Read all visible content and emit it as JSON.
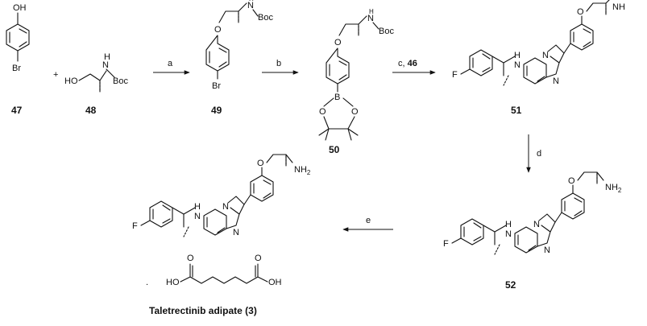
{
  "compounds": {
    "c47": "47",
    "c48": "48",
    "c49": "49",
    "c50": "50",
    "c51": "51",
    "c52": "52"
  },
  "final_product": {
    "name": "Taletrectinib adipate (",
    "number": "3",
    "close": ")"
  },
  "reagents": {
    "a": "a",
    "b": "b",
    "c": "c, ",
    "c_ref": "46",
    "d": "d",
    "e": "e"
  },
  "atoms": {
    "oh": "OH",
    "br": "Br",
    "ho": "HO",
    "o": "O",
    "b": "B",
    "f": "F",
    "n": "N",
    "nh": "NH",
    "h": "H",
    "boc": "Boc",
    "nh2": "NH",
    "two": "2",
    "plus": "+",
    "dot": "."
  }
}
